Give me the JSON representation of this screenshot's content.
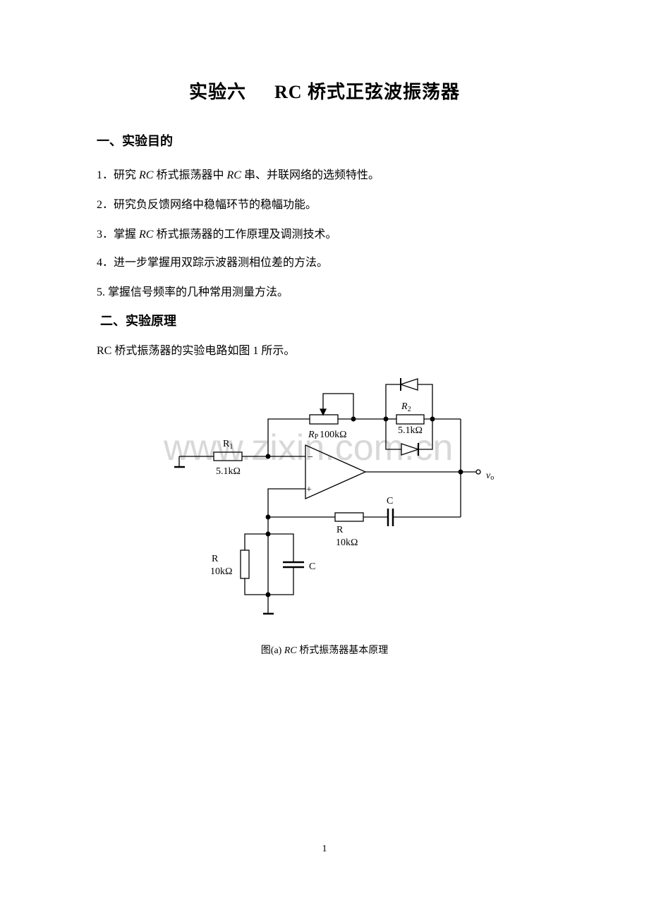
{
  "title": {
    "part1": "实验六",
    "part2": "RC 桥式正弦波振荡器"
  },
  "section1": {
    "heading": "一、实验目的",
    "items": [
      [
        "1．研究 ",
        "RC",
        " 桥式振荡器中 ",
        "RC",
        " 串、并联网络的选频特性。"
      ],
      [
        "2．研究负反馈网络中稳幅环节的稳幅功能。"
      ],
      [
        "3．掌握 ",
        "RC",
        " 桥式振荡器的工作原理及调测技术。"
      ],
      [
        "4．进一步掌握用双踪示波器测相位差的方法。"
      ],
      [
        "5. 掌握信号频率的几种常用测量方法。"
      ]
    ]
  },
  "section2": {
    "heading": "二、实验原理",
    "intro": "RC 桥式振荡器的实验电路如图 1 所示。"
  },
  "circuit": {
    "r1_name": "R",
    "r1_sub": "1",
    "r1_value": "5.1kΩ",
    "rp_name": "R",
    "rp_sub": "P",
    "rp_value": "100kΩ",
    "r2_name": "R",
    "r2_sub": "2",
    "r2_value": "5.1kΩ",
    "series_c": "C",
    "series_r": "R",
    "series_r_value": "10kΩ",
    "parallel_r": "R",
    "parallel_r_value": "10kΩ",
    "parallel_c": "C",
    "output_name": "v",
    "output_sub": "o",
    "minus": "−",
    "plus": "+",
    "watermark": "www.zixin.com.cn"
  },
  "caption": {
    "prefix": "图(a) ",
    "rc": "RC",
    "rest": " 桥式振荡器基本原理"
  },
  "page_number": "1"
}
